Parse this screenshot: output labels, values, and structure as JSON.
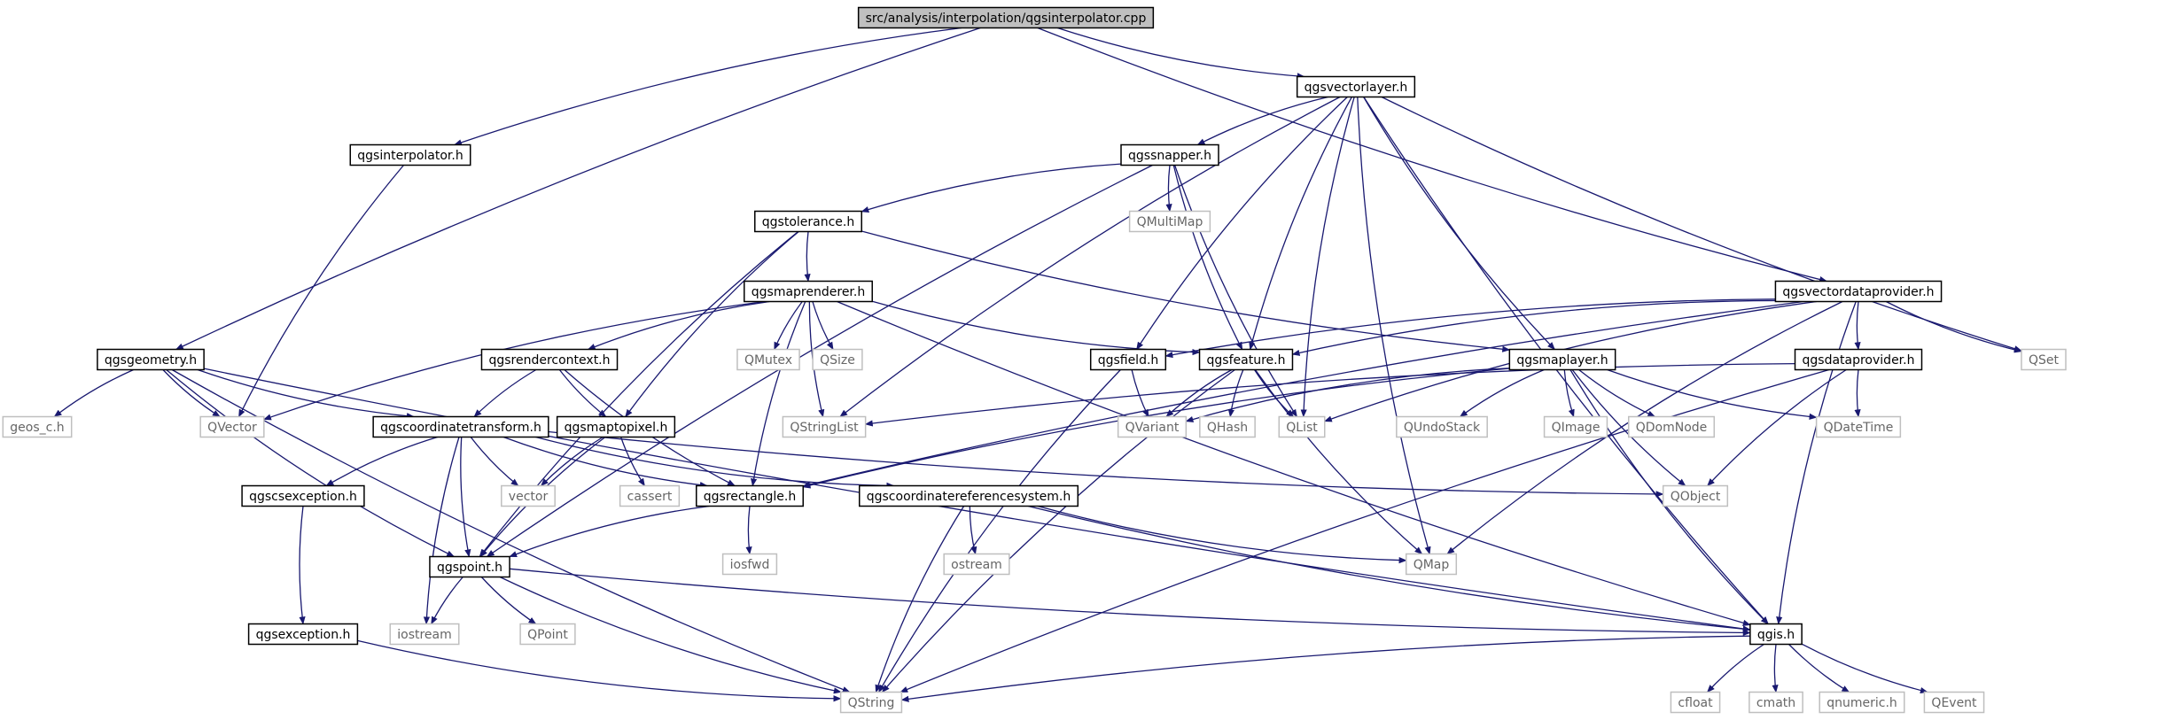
{
  "colors": {
    "background": "#ffffff",
    "edge": "#191970",
    "root_fill": "#bfbfbf",
    "root_stroke": "#000000",
    "local_stroke": "#000000",
    "external_stroke": "#bfbfbf",
    "local_text": "#000000",
    "external_text": "#666666"
  },
  "nodes": [
    {
      "id": "root",
      "label": "src/analysis/interpolation/qgsinterpolator.cpp",
      "kind": "root"
    },
    {
      "id": "qgsvectorlayer",
      "label": "qgsvectorlayer.h",
      "kind": "local"
    },
    {
      "id": "qgsinterpolator",
      "label": "qgsinterpolator.h",
      "kind": "local"
    },
    {
      "id": "qgssnapper",
      "label": "qgssnapper.h",
      "kind": "local"
    },
    {
      "id": "qmultimap",
      "label": "QMultiMap",
      "kind": "external"
    },
    {
      "id": "qgstolerance",
      "label": "qgstolerance.h",
      "kind": "local"
    },
    {
      "id": "qgsmaprenderer",
      "label": "qgsmaprenderer.h",
      "kind": "local"
    },
    {
      "id": "qmutex",
      "label": "QMutex",
      "kind": "external"
    },
    {
      "id": "qsize",
      "label": "QSize",
      "kind": "external"
    },
    {
      "id": "qgsvectordataprovider",
      "label": "qgsvectordataprovider.h",
      "kind": "local"
    },
    {
      "id": "qset",
      "label": "QSet",
      "kind": "external"
    },
    {
      "id": "qgsgeometry",
      "label": "qgsgeometry.h",
      "kind": "local"
    },
    {
      "id": "geos",
      "label": "geos_c.h",
      "kind": "external"
    },
    {
      "id": "qvector",
      "label": "QVector",
      "kind": "external"
    },
    {
      "id": "qgsrendercontext",
      "label": "qgsrendercontext.h",
      "kind": "local"
    },
    {
      "id": "qgsfield",
      "label": "qgsfield.h",
      "kind": "local"
    },
    {
      "id": "qgsfeature",
      "label": "qgsfeature.h",
      "kind": "local"
    },
    {
      "id": "qgsmaplayer",
      "label": "qgsmaplayer.h",
      "kind": "local"
    },
    {
      "id": "qgsdataprovider",
      "label": "qgsdataprovider.h",
      "kind": "local"
    },
    {
      "id": "qgscoordinatetransform",
      "label": "qgscoordinatetransform.h",
      "kind": "local"
    },
    {
      "id": "qgsmaptopixel",
      "label": "qgsmaptopixel.h",
      "kind": "local"
    },
    {
      "id": "qstringlist",
      "label": "QStringList",
      "kind": "external"
    },
    {
      "id": "qvariant",
      "label": "QVariant",
      "kind": "external"
    },
    {
      "id": "qhash",
      "label": "QHash",
      "kind": "external"
    },
    {
      "id": "qlist",
      "label": "QList",
      "kind": "external"
    },
    {
      "id": "qundostack",
      "label": "QUndoStack",
      "kind": "external"
    },
    {
      "id": "qimage",
      "label": "QImage",
      "kind": "external"
    },
    {
      "id": "qdomnode",
      "label": "QDomNode",
      "kind": "external"
    },
    {
      "id": "qdatetime",
      "label": "QDateTime",
      "kind": "external"
    },
    {
      "id": "qgscsexception",
      "label": "qgscsexception.h",
      "kind": "local"
    },
    {
      "id": "vector",
      "label": "vector",
      "kind": "external"
    },
    {
      "id": "cassert",
      "label": "cassert",
      "kind": "external"
    },
    {
      "id": "qgsrectangle",
      "label": "qgsrectangle.h",
      "kind": "local"
    },
    {
      "id": "qgscrs",
      "label": "qgscoordinatereferencesystem.h",
      "kind": "local"
    },
    {
      "id": "qobject",
      "label": "QObject",
      "kind": "external"
    },
    {
      "id": "iosfwd",
      "label": "iosfwd",
      "kind": "external"
    },
    {
      "id": "ostream",
      "label": "ostream",
      "kind": "external"
    },
    {
      "id": "qmap",
      "label": "QMap",
      "kind": "external"
    },
    {
      "id": "qgspoint",
      "label": "qgspoint.h",
      "kind": "local"
    },
    {
      "id": "qgsexception",
      "label": "qgsexception.h",
      "kind": "local"
    },
    {
      "id": "iostream",
      "label": "iostream",
      "kind": "external"
    },
    {
      "id": "qpoint",
      "label": "QPoint",
      "kind": "external"
    },
    {
      "id": "qgis",
      "label": "qgis.h",
      "kind": "local"
    },
    {
      "id": "qstring",
      "label": "QString",
      "kind": "external"
    },
    {
      "id": "cfloat",
      "label": "cfloat",
      "kind": "external"
    },
    {
      "id": "cmath",
      "label": "cmath",
      "kind": "external"
    },
    {
      "id": "qnumeric",
      "label": "qnumeric.h",
      "kind": "external"
    },
    {
      "id": "qevent",
      "label": "QEvent",
      "kind": "external"
    }
  ],
  "edges": [
    [
      "root",
      "qgsgeometry"
    ],
    [
      "root",
      "qgsinterpolator"
    ],
    [
      "root",
      "qgsvectorlayer"
    ],
    [
      "root",
      "qgsvectordataprovider"
    ],
    [
      "qgsinterpolator",
      "qvector"
    ],
    [
      "qgsvectorlayer",
      "qgssnapper"
    ],
    [
      "qgsvectorlayer",
      "qgsfield"
    ],
    [
      "qgsvectorlayer",
      "qgsfeature"
    ],
    [
      "qgsvectorlayer",
      "qlist"
    ],
    [
      "qgsvectorlayer",
      "qgsmaplayer"
    ],
    [
      "qgsvectorlayer",
      "qset"
    ],
    [
      "qgsvectorlayer",
      "qmap"
    ],
    [
      "qgsvectorlayer",
      "qgis"
    ],
    [
      "qgsvectorlayer",
      "qstringlist"
    ],
    [
      "qgssnapper",
      "qmultimap"
    ],
    [
      "qgssnapper",
      "qgstolerance"
    ],
    [
      "qgssnapper",
      "qgsfeature"
    ],
    [
      "qgssnapper",
      "qlist"
    ],
    [
      "qgssnapper",
      "qgspoint"
    ],
    [
      "qgstolerance",
      "qgsmaprenderer"
    ],
    [
      "qgstolerance",
      "qgsmaplayer"
    ],
    [
      "qgstolerance",
      "qgspoint"
    ],
    [
      "qgstolerance",
      "qgsmaptopixel"
    ],
    [
      "qgsmaprenderer",
      "qgsrendercontext"
    ],
    [
      "qgsmaprenderer",
      "qmutex"
    ],
    [
      "qgsmaprenderer",
      "qsize"
    ],
    [
      "qgsmaprenderer",
      "qstringlist"
    ],
    [
      "qgsmaprenderer",
      "qvector"
    ],
    [
      "qgsmaprenderer",
      "qgsfeature"
    ],
    [
      "qgsmaprenderer",
      "qgsrectangle"
    ],
    [
      "qgsmaprenderer",
      "qgis"
    ],
    [
      "qgsvectordataprovider",
      "qgsfield"
    ],
    [
      "qgsvectordataprovider",
      "qgsfeature"
    ],
    [
      "qgsvectordataprovider",
      "qgsdataprovider"
    ],
    [
      "qgsvectordataprovider",
      "qset"
    ],
    [
      "qgsvectordataprovider",
      "qlist"
    ],
    [
      "qgsvectordataprovider",
      "qmap"
    ],
    [
      "qgsvectordataprovider",
      "qgis"
    ],
    [
      "qgsvectordataprovider",
      "qgsrectangle"
    ],
    [
      "qgsgeometry",
      "geos"
    ],
    [
      "qgsgeometry",
      "qvector"
    ],
    [
      "qgsgeometry",
      "qgscoordinatetransform"
    ],
    [
      "qgsgeometry",
      "qgspoint"
    ],
    [
      "qgsgeometry",
      "qstring"
    ],
    [
      "qgsgeometry",
      "qgis"
    ],
    [
      "qgsrendercontext",
      "qgscoordinatetransform"
    ],
    [
      "qgsrendercontext",
      "qgsmaptopixel"
    ],
    [
      "qgsrendercontext",
      "qgsrectangle"
    ],
    [
      "qgsfield",
      "qvariant"
    ],
    [
      "qgsfield",
      "qstring"
    ],
    [
      "qgsfeature",
      "qvariant"
    ],
    [
      "qgsfeature",
      "qhash"
    ],
    [
      "qgsfeature",
      "qlist"
    ],
    [
      "qgsfeature",
      "qmap"
    ],
    [
      "qgsfeature",
      "qstring"
    ],
    [
      "qgsmaplayer",
      "qundostack"
    ],
    [
      "qgsmaplayer",
      "qimage"
    ],
    [
      "qgsmaplayer",
      "qdomnode"
    ],
    [
      "qgsmaplayer",
      "qdatetime"
    ],
    [
      "qgsmaplayer",
      "qobject"
    ],
    [
      "qgsmaplayer",
      "qvariant"
    ],
    [
      "qgsmaplayer",
      "qgsrectangle"
    ],
    [
      "qgsmaplayer",
      "qgis"
    ],
    [
      "qgsdataprovider",
      "qdatetime"
    ],
    [
      "qgsdataprovider",
      "qobject"
    ],
    [
      "qgsdataprovider",
      "qstringlist"
    ],
    [
      "qgsdataprovider",
      "qstring"
    ],
    [
      "qgscoordinatetransform",
      "qgscsexception"
    ],
    [
      "qgscoordinatetransform",
      "vector"
    ],
    [
      "qgscoordinatetransform",
      "qgsrectangle"
    ],
    [
      "qgscoordinatetransform",
      "qgscrs"
    ],
    [
      "qgscoordinatetransform",
      "qobject"
    ],
    [
      "qgscoordinatetransform",
      "qgspoint"
    ],
    [
      "qgscoordinatetransform",
      "iostream"
    ],
    [
      "qgsmaptopixel",
      "vector"
    ],
    [
      "qgsmaptopixel",
      "cassert"
    ],
    [
      "qgsmaptopixel",
      "qgspoint"
    ],
    [
      "qgscsexception",
      "qgsexception"
    ],
    [
      "qgsrectangle",
      "iosfwd"
    ],
    [
      "qgsrectangle",
      "qgspoint"
    ],
    [
      "qgscrs",
      "ostream"
    ],
    [
      "qgscrs",
      "qmap"
    ],
    [
      "qgscrs",
      "qstring"
    ],
    [
      "qgscrs",
      "qgis"
    ],
    [
      "qgspoint",
      "iostream"
    ],
    [
      "qgspoint",
      "qpoint"
    ],
    [
      "qgspoint",
      "qstring"
    ],
    [
      "qgspoint",
      "qgis"
    ],
    [
      "qgsexception",
      "qstring"
    ],
    [
      "qgis",
      "qstring"
    ],
    [
      "qgis",
      "cfloat"
    ],
    [
      "qgis",
      "cmath"
    ],
    [
      "qgis",
      "qnumeric"
    ],
    [
      "qgis",
      "qevent"
    ]
  ]
}
